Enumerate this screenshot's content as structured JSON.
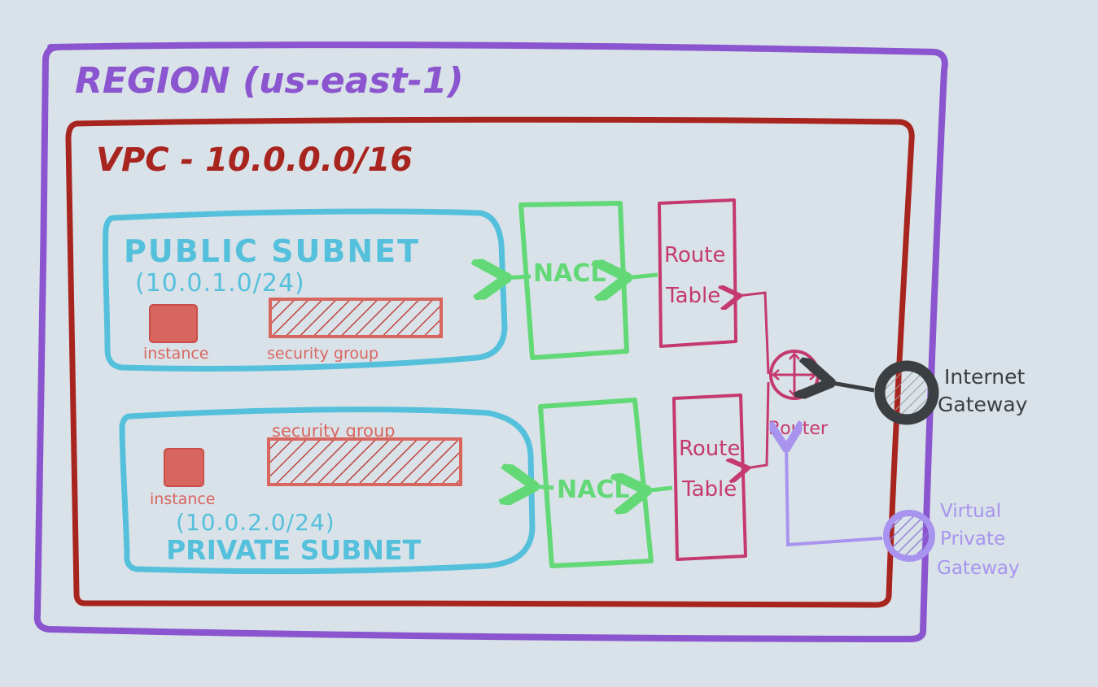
{
  "labels": {
    "region": "REGION (us-east-1)",
    "vpc": "VPC - 10.0.0.0/16",
    "public_subnet_title": "PUBLIC SUBNET",
    "public_subnet_cidr": "(10.0.1.0/24)",
    "private_subnet_title": "PRIVATE SUBNET",
    "private_subnet_cidr": "(10.0.2.0/24)",
    "instance_public": "instance",
    "instance_private": "instance",
    "security_group_public": "security group",
    "security_group_private": "security group",
    "nacl_public": "NACL",
    "nacl_private": "NACL",
    "route_table_public_line1": "Route",
    "route_table_public_line2": "Table",
    "route_table_private_line1": "Route",
    "route_table_private_line2": "Table",
    "router": "Router",
    "internet_gateway_line1": "Internet",
    "internet_gateway_line2": "Gateway",
    "vpg_line1": "Virtual",
    "vpg_line2": "Private",
    "vpg_line3": "Gateway"
  },
  "colors": {
    "region": "#8a55cf",
    "vpc": "#a8241f",
    "subnet": "#55c0dc",
    "nacl": "#63d877",
    "route_table": "#c53a6e",
    "router": "#c53a6e",
    "instance": "#d9655f",
    "internet_gateway": "#3c3f41",
    "vpg": "#a894ee",
    "background": "#d9e2e8"
  }
}
